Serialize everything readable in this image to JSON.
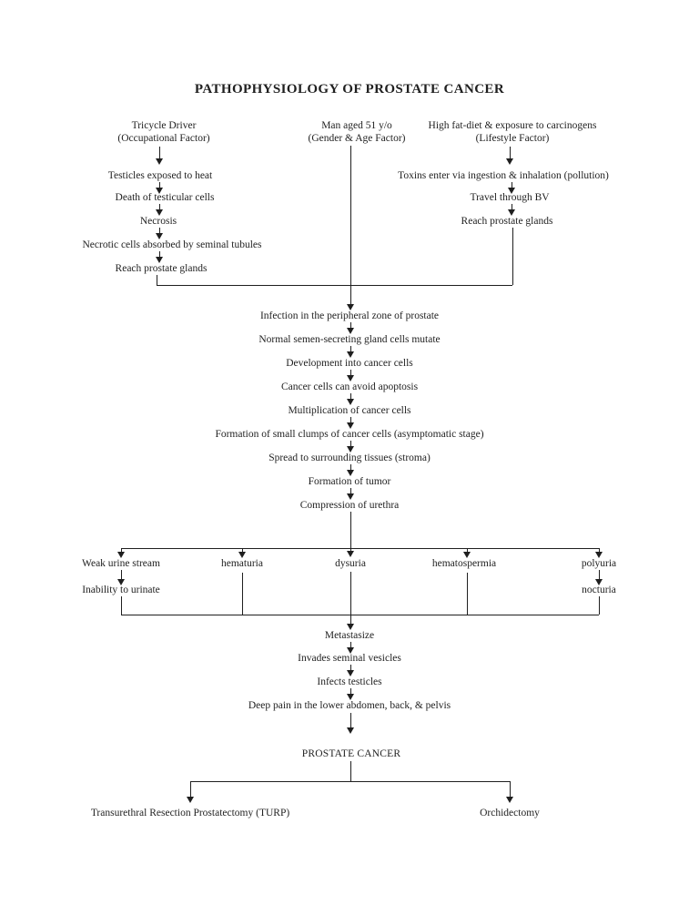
{
  "page": {
    "background": "#ffffff",
    "ink": "#1f1f1f"
  },
  "title": "PATHOPHYSIOLOGY OF PROSTATE CANCER",
  "factors": {
    "occupational": {
      "line1": "Tricycle Driver",
      "line2": "(Occupational Factor)"
    },
    "gender_age": {
      "line1": "Man aged 51 y/o",
      "line2": "(Gender & Age Factor)"
    },
    "lifestyle": {
      "line1": "High fat-diet & exposure to carcinogens",
      "line2": "(Lifestyle Factor)"
    }
  },
  "left_chain": [
    "Testicles exposed to heat",
    "Death of testicular cells",
    "Necrosis",
    "Necrotic cells absorbed by seminal tubules",
    "Reach prostate glands"
  ],
  "right_chain": [
    "Toxins enter via ingestion & inhalation (pollution)",
    "Travel through BV",
    "Reach prostate glands"
  ],
  "central_chain": [
    "Infection in the peripheral zone of prostate",
    "Normal semen-secreting gland cells mutate",
    "Development into cancer cells",
    "Cancer cells can avoid apoptosis",
    "Multiplication of cancer cells",
    "Formation of small clumps of cancer cells (asymptomatic stage)",
    "Spread to surrounding tissues (stroma)",
    "Formation of tumor",
    "Compression of urethra"
  ],
  "symptoms": {
    "row1": [
      "Weak urine stream",
      "hematuria",
      "dysuria",
      "hematospermia",
      "polyuria"
    ],
    "row2": {
      "left": "Inability to urinate",
      "right": "nocturia"
    }
  },
  "progression_chain": [
    "Metastasize",
    "Invades seminal vesicles",
    "Infects testicles",
    "Deep pain in the lower abdomen, back, & pelvis"
  ],
  "diagnosis": "PROSTATE CANCER",
  "treatments": {
    "left": "Transurethral Resection Prostatectomy (TURP)",
    "right": "Orchidectomy"
  }
}
